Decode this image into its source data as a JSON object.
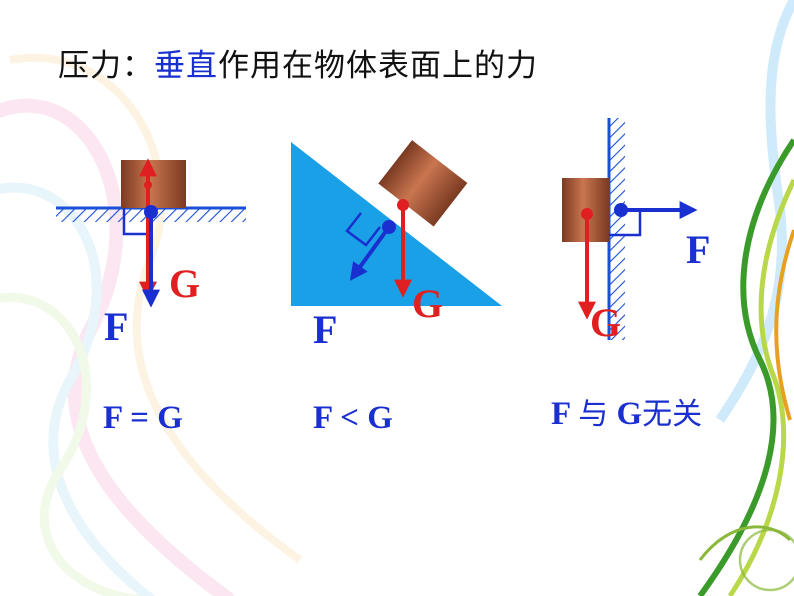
{
  "title": {
    "prefix": "压力：",
    "emphasis": "垂直",
    "suffix": "作用在物体表面上的力"
  },
  "diagrams": [
    {
      "force_label": "F",
      "weight_label": "G",
      "relation": "F = G"
    },
    {
      "force_label": "F",
      "weight_label": "G",
      "relation": "F < G"
    },
    {
      "force_label": "F",
      "weight_label": "G",
      "relation_parts": [
        "F ",
        "与",
        " G",
        "无关"
      ]
    }
  ],
  "colors": {
    "force": "#1a2fd0",
    "weight": "#e02020",
    "incline": "#1aa0e6",
    "block": "#a8583a",
    "surface": "#1a4fd8"
  }
}
